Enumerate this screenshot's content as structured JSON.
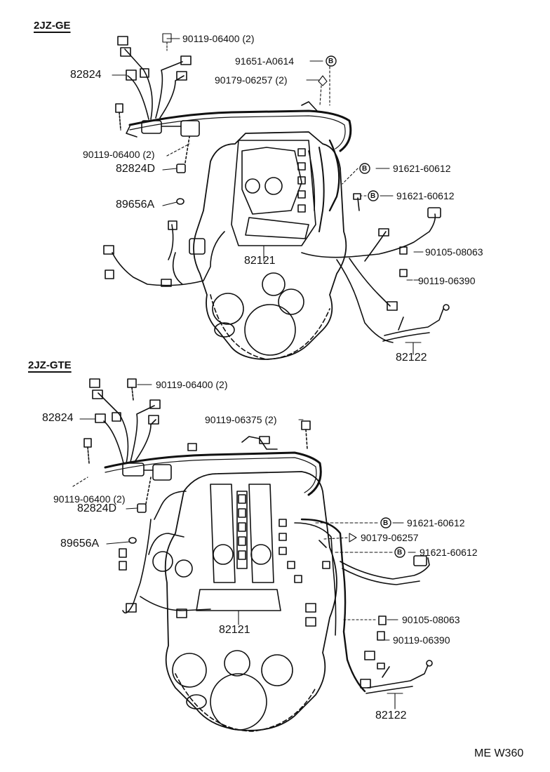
{
  "sections": [
    {
      "title": "2JZ-GE",
      "labels": {
        "bolt_top": "90119-06400 (2)",
        "clamp_a0614": "91651-A0614",
        "nut_06257": "90179-06257 (2)",
        "part_82824": "82824",
        "bolt_left": "90119-06400 (2)",
        "part_82824d": "82824D",
        "bolt_60612_a": "91621-60612",
        "bolt_60612_b": "91621-60612",
        "part_89656a": "89656A",
        "bolt_08063": "90105-08063",
        "part_82121": "82121",
        "bolt_06390": "90119-06390",
        "part_82122": "82122"
      }
    },
    {
      "title": "2JZ-GTE",
      "labels": {
        "bolt_top": "90119-06400 (2)",
        "part_82824": "82824",
        "bolt_06375": "90119-06375 (2)",
        "bolt_left": "90119-06400 (2)",
        "part_82824d": "82824D",
        "bolt_60612_a": "91621-60612",
        "nut_06257": "90179-06257",
        "part_89656a": "89656A",
        "bolt_60612_b": "91621-60612",
        "bolt_08063": "90105-08063",
        "part_82121": "82121",
        "bolt_06390": "90119-06390",
        "part_82122": "82122"
      }
    }
  ],
  "b_marker": "B",
  "footer_code": "ME W360"
}
